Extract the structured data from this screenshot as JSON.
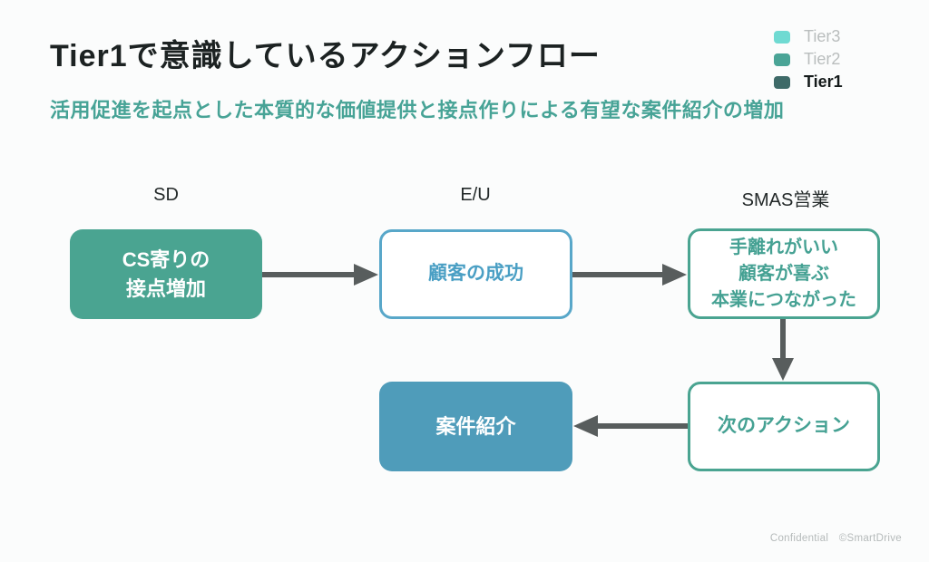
{
  "page": {
    "background": "#fbfcfc"
  },
  "header": {
    "title": "Tier1で意識しているアクションフロー",
    "subtitle": "活用促進を起点とした本質的な価値提供と接点作りによる有望な案件紹介の増加"
  },
  "legend": {
    "items": [
      {
        "label": "Tier3",
        "color": "#6fdad2",
        "emphasis": false
      },
      {
        "label": "Tier2",
        "color": "#4aa496",
        "emphasis": false
      },
      {
        "label": "Tier1",
        "color": "#3e6a68",
        "emphasis": true
      }
    ]
  },
  "columns": [
    {
      "label": "SD"
    },
    {
      "label": "E/U"
    },
    {
      "label": "SMAS営業"
    }
  ],
  "flow": {
    "nodes": [
      {
        "id": "cs-contact",
        "style": "filled-teal",
        "lines": [
          "CS寄りの",
          "接点増加"
        ]
      },
      {
        "id": "customer-success",
        "style": "outline-blue",
        "lines": [
          "顧客の成功"
        ]
      },
      {
        "id": "outcomes",
        "style": "outline-teal",
        "lines": [
          "手離れがいい",
          "顧客が喜ぶ",
          "本業につながった"
        ]
      },
      {
        "id": "next-action",
        "style": "outline-teal",
        "lines": [
          "次のアクション"
        ]
      },
      {
        "id": "referral",
        "style": "filled-blue",
        "lines": [
          "案件紹介"
        ]
      }
    ],
    "edges": [
      {
        "from": "cs-contact",
        "to": "customer-success",
        "direction": "right"
      },
      {
        "from": "customer-success",
        "to": "outcomes",
        "direction": "right"
      },
      {
        "from": "outcomes",
        "to": "next-action",
        "direction": "down"
      },
      {
        "from": "next-action",
        "to": "referral",
        "direction": "left"
      }
    ]
  },
  "colors": {
    "teal_fill": "#4aa491",
    "teal_text": "#45a193",
    "blue_fill": "#4f9cba",
    "blue_border": "#58a7c9",
    "blue_text": "#4a9fc4",
    "arrow_gray": "#585d5d",
    "subtitle_teal": "#47a396"
  },
  "footer": {
    "confidential_label": "Confidential",
    "copyright": "©SmartDrive"
  }
}
